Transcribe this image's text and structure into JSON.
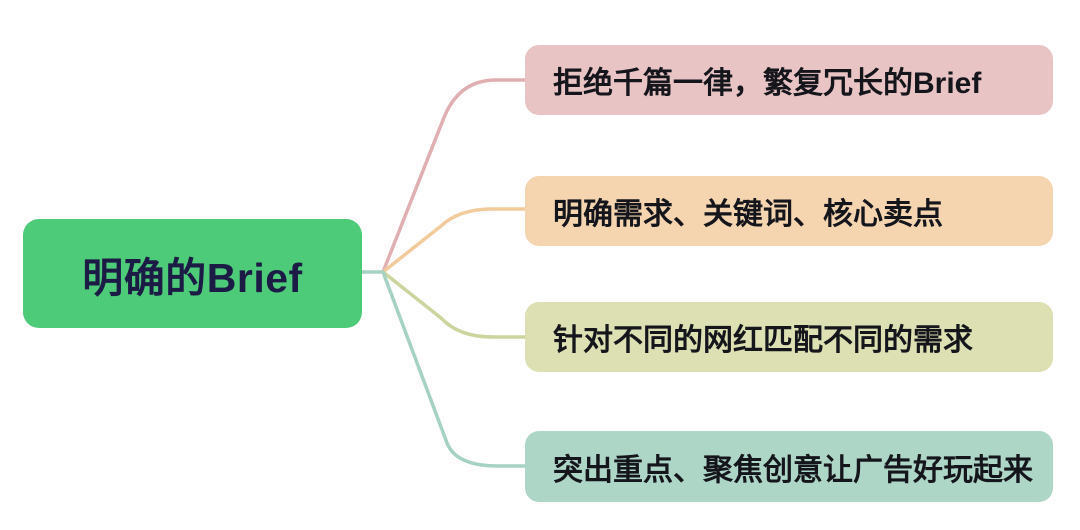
{
  "diagram": {
    "type": "mindmap",
    "background": "#ffffff",
    "root": {
      "label": "明确的Brief",
      "bg_color": "#4ecb78",
      "text_color": "#1b1b45",
      "connector_color": "#a5d2c4"
    },
    "branches": [
      {
        "label": "拒绝千篇一律，繁复冗长的Brief",
        "bg_color": "#e9c4c4",
        "line_color": "#dfafb2",
        "text_color": "#15151c"
      },
      {
        "label": "明确需求、关键词、核心卖点",
        "bg_color": "#f4d5b0",
        "line_color": "#f2cb9c",
        "text_color": "#15151c"
      },
      {
        "label": "针对不同的网红匹配不同的需求",
        "bg_color": "#dce0b2",
        "line_color": "#ccd59e",
        "text_color": "#15151c"
      },
      {
        "label": "突出重点、聚焦创意让广告好玩起来",
        "bg_color": "#aed6c6",
        "line_color": "#a5d2c4",
        "text_color": "#15151c"
      }
    ]
  }
}
